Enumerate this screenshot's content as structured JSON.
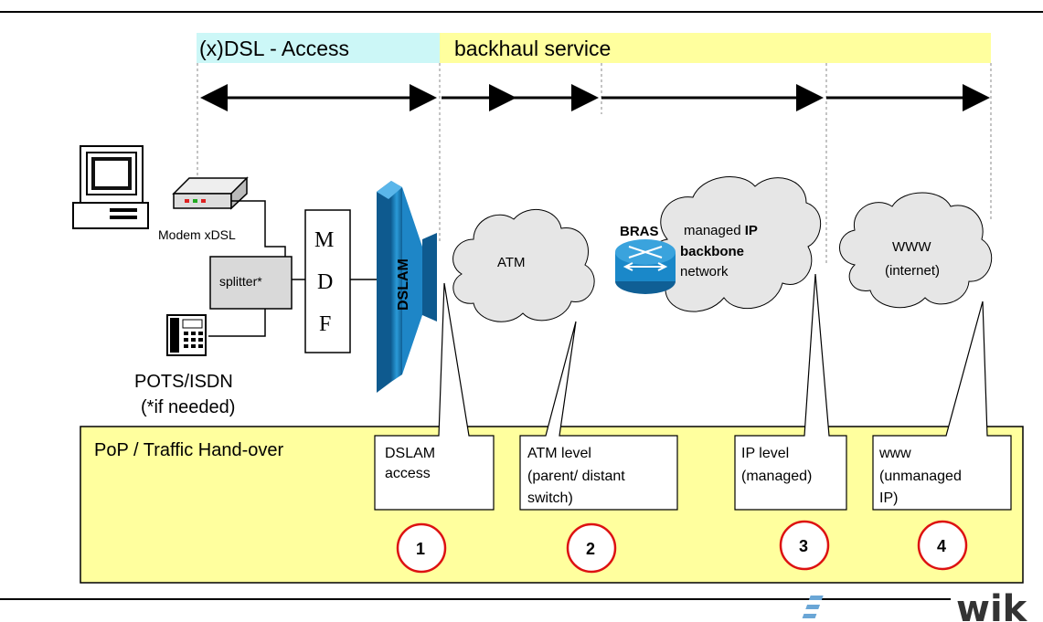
{
  "header": {
    "access_label": "(x)DSL - Access",
    "backhaul_label": "backhaul service"
  },
  "devices": {
    "modem_label": "Modem xDSL",
    "splitter_label": "splitter*",
    "mdf_letters": [
      "M",
      "D",
      "F"
    ],
    "dslam_label": "DSLAM",
    "pots_label": "POTS/ISDN",
    "pots_note": "(*if needed)",
    "bras_label": "BRAS"
  },
  "clouds": {
    "atm": "ATM",
    "managed_line1_prefix": "managed ",
    "managed_line1_bold": "IP",
    "managed_line2": "backbone",
    "managed_line3": "network",
    "www_line1": "WWW",
    "www_line2": "(internet)"
  },
  "pop": {
    "title": "PoP / Traffic Hand-over",
    "boxes": [
      {
        "lines": [
          "DSLAM",
          "access"
        ],
        "number": "1"
      },
      {
        "lines": [
          "ATM level",
          "(parent/ distant",
          "switch)"
        ],
        "number": "2"
      },
      {
        "lines": [
          "IP level",
          "(managed)"
        ],
        "number": "3"
      },
      {
        "lines": [
          "www",
          "(unmanaged",
          "IP)"
        ],
        "number": "4"
      }
    ]
  },
  "footer": {
    "logo": "wik"
  },
  "colors": {
    "access_bar": "#ccf7f7",
    "backhaul_bar": "#ffff9e",
    "pop_panel": "#ffff9e",
    "circle_stroke": "#dd1111",
    "dslam_blue": "#1e86c7",
    "bras_blue": "#1a88c9",
    "cloud_fill": "#e6e6e6"
  }
}
